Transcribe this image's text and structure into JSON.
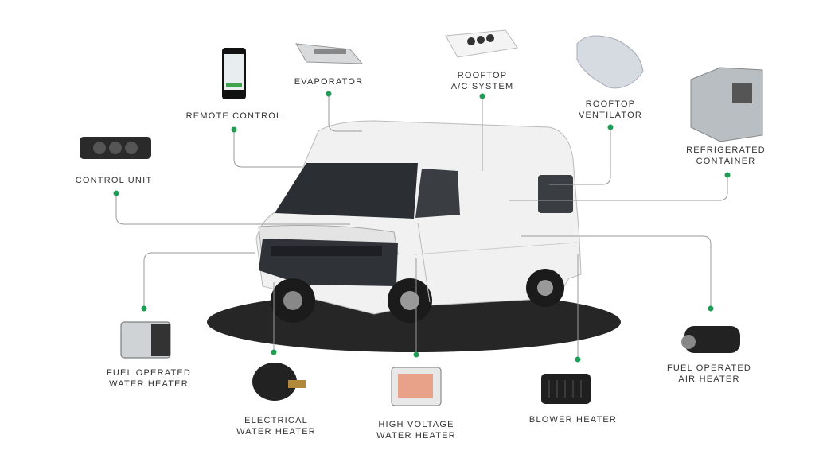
{
  "title": "Van climate components",
  "accent_color": "#1f9d55",
  "line_color": "#9a9a9a",
  "components": [
    {
      "id": "remote-control",
      "label": "REMOTE CONTROL"
    },
    {
      "id": "evaporator",
      "label": "EVAPORATOR"
    },
    {
      "id": "rooftop-ac",
      "label_line1": "ROOFTOP",
      "label_line2": "A/C SYSTEM"
    },
    {
      "id": "rooftop-ventilator",
      "label_line1": "ROOFTOP",
      "label_line2": "VENTILATOR"
    },
    {
      "id": "refrigerated-container",
      "label_line1": "REFRIGERATED",
      "label_line2": "CONTAINER"
    },
    {
      "id": "control-unit",
      "label": "CONTROL UNIT"
    },
    {
      "id": "fuel-water-heater",
      "label_line1": "FUEL OPERATED",
      "label_line2": "WATER HEATER"
    },
    {
      "id": "electrical-water-heater",
      "label_line1": "ELECTRICAL",
      "label_line2": "WATER HEATER"
    },
    {
      "id": "hv-water-heater",
      "label_line1": "HIGH VOLTAGE",
      "label_line2": "WATER HEATER"
    },
    {
      "id": "blower-heater",
      "label": "BLOWER HEATER"
    },
    {
      "id": "fuel-air-heater",
      "label_line1": "FUEL OPERATED",
      "label_line2": "AIR HEATER"
    }
  ]
}
